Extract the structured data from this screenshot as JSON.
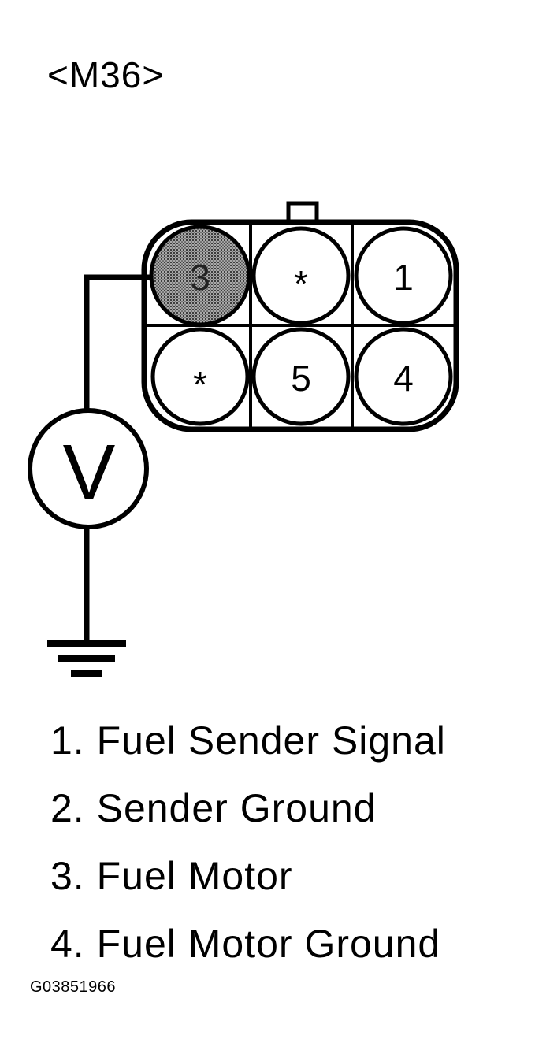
{
  "connector": {
    "title": "<M36>",
    "pins": {
      "top_left": "3",
      "top_middle": "*",
      "top_right": "1",
      "bottom_left": "*",
      "bottom_middle": "5",
      "bottom_right": "4"
    },
    "highlighted_pin": "3",
    "highlight_color": "#8a8a8a"
  },
  "meter": {
    "label": "V"
  },
  "legend": [
    "1. Fuel Sender Signal",
    "2. Sender Ground",
    "3. Fuel Motor",
    "4. Fuel Motor Ground"
  ],
  "figure_id": "G03851966"
}
